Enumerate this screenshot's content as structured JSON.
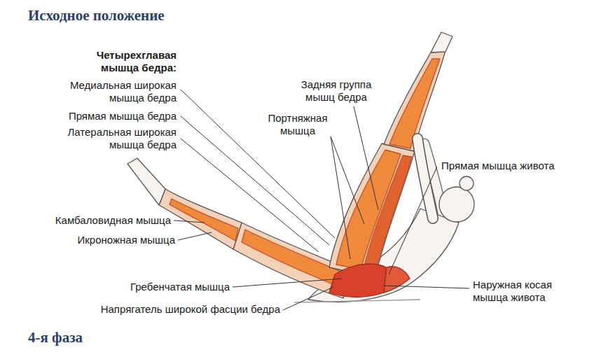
{
  "diagram": {
    "title": "Исходное положение",
    "caption": "4-я фаза",
    "labels": [
      "Четырехглавая мышца бедра:",
      "Медиальная широкая мышца бедра",
      "Прямая мышца бедра",
      "Латеральная широкая мышца бедра",
      "Камбаловидная мышца",
      "Икроножная мышца",
      "Гребенчатая мышца",
      "Напрягатель широкой фасции бедра",
      "Задняя группа мышц бедра",
      "Портняжная мышца",
      "Прямая мышца живота",
      "Наружная косая мышца живота"
    ]
  }
}
